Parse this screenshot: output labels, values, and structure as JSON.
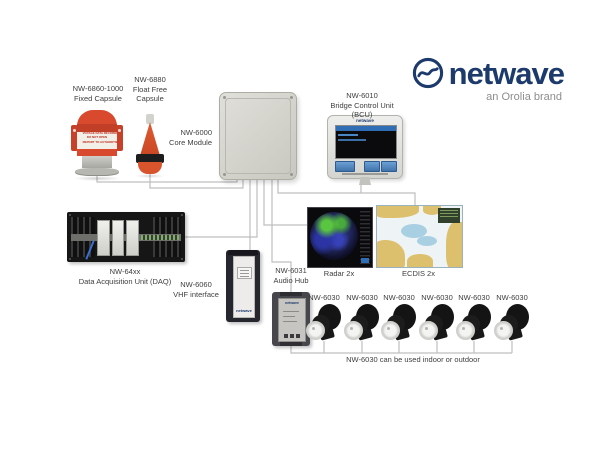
{
  "brand": {
    "name": "netwave",
    "tagline": "an Orolia brand",
    "navy": "#1c3a6b",
    "tagline_gray": "#8d8d8d"
  },
  "nodes": {
    "fixed_capsule": {
      "model": "NW-6860-1000",
      "title": "Fixed Capsule"
    },
    "float_free_capsule": {
      "model": "NW-6880",
      "title_l1": "Float Free",
      "title_l2": "Capsule"
    },
    "core_module": {
      "model": "NW-6000",
      "title": "Core Module"
    },
    "bcu": {
      "model": "NW-6010",
      "title": "Bridge Control Unit",
      "subtitle": "(BCU)",
      "brand": "netwave"
    },
    "daq": {
      "model": "NW-64xx",
      "title": "Data Acquisition Unit (DAQ)"
    },
    "vhf": {
      "model": "NW-6060",
      "title": "VHF interface",
      "brand": "netwave"
    },
    "audio_hub": {
      "model": "NW-6031",
      "title": "Audio Hub",
      "brand": "netwave"
    },
    "radar": {
      "caption": "Radar 2x"
    },
    "ecdis": {
      "caption": "ECDIS 2x"
    },
    "speakers": {
      "labels": [
        "NW-6030",
        "NW-6030",
        "NW-6030",
        "NW-6030",
        "NW-6030",
        "NW-6030"
      ],
      "note": "NW-6030 can be used indoor or outdoor"
    }
  },
  "devices": {
    "fixed_capsule_band": [
      "VOYAGE DATA RECORDER",
      "DO NOT OPEN",
      "REPORT TO AUTHORITIES"
    ]
  },
  "colors": {
    "capsule_orange": "#d8492e",
    "screen_blue": "#2f6db5",
    "connector_gray": "#bfbfbf"
  }
}
